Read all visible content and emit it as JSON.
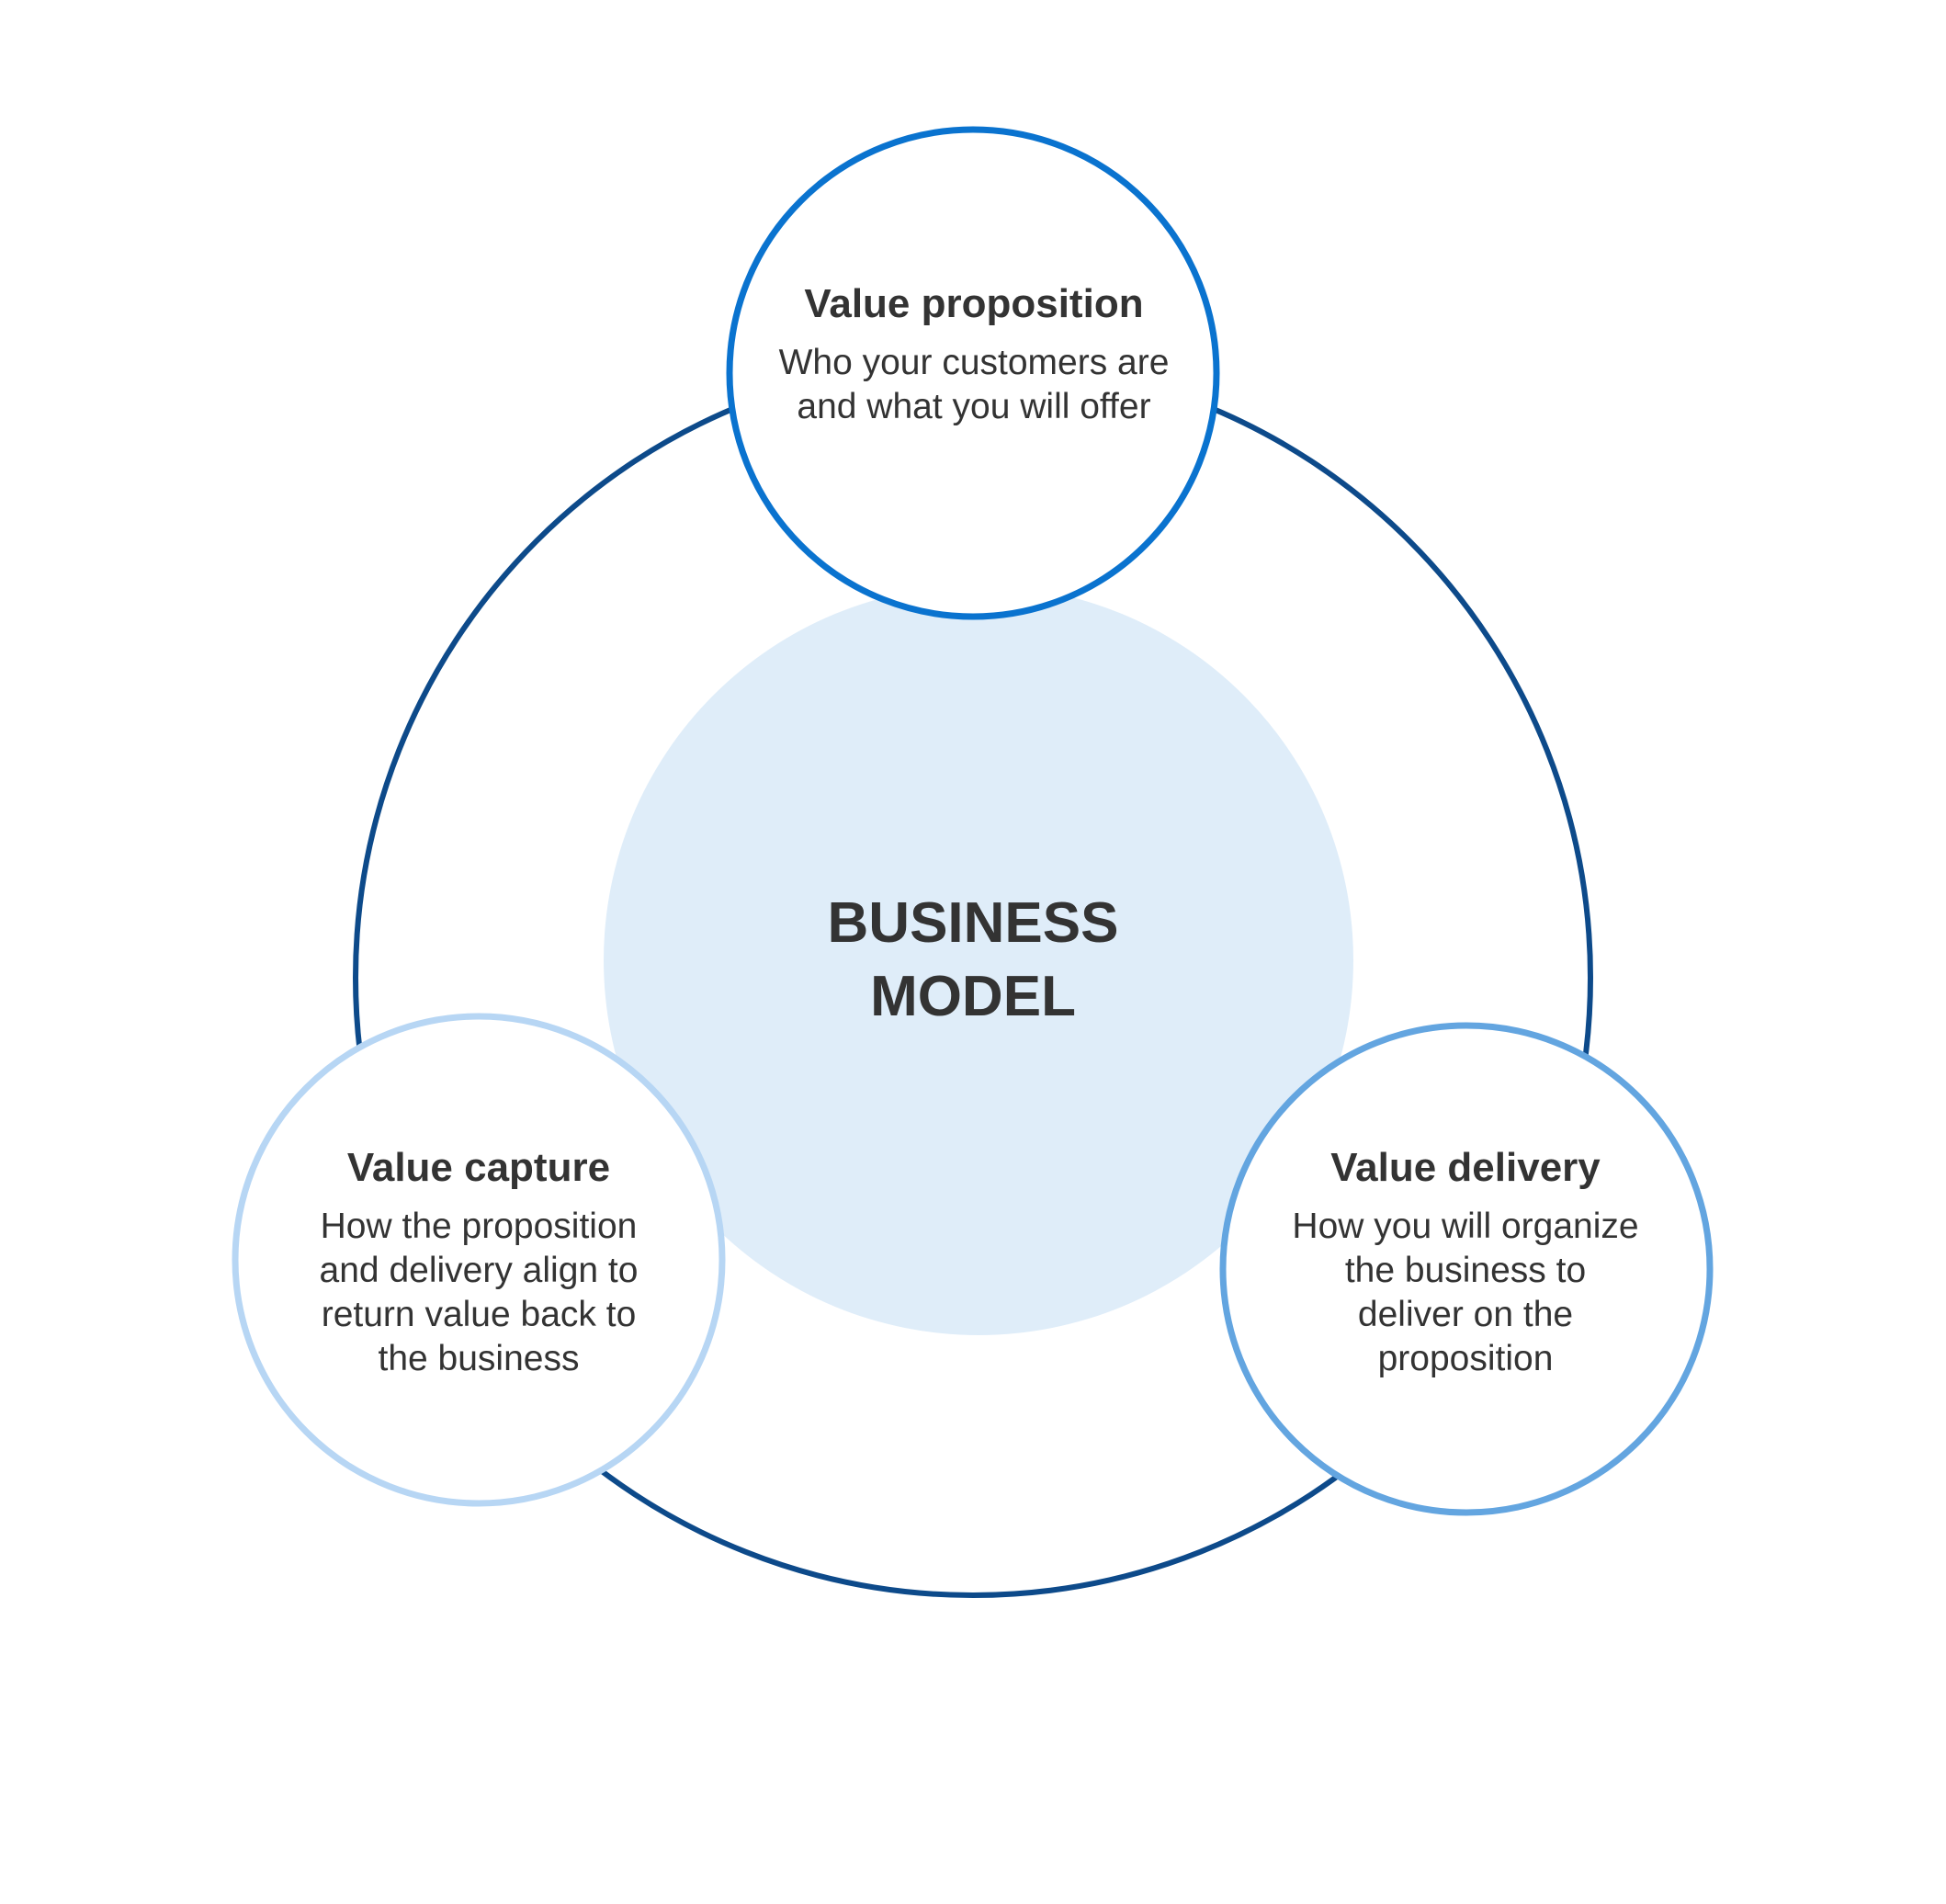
{
  "center": {
    "line1": "BUSINESS",
    "line2": "MODEL"
  },
  "nodes": {
    "value_proposition": {
      "title": "Value proposition",
      "desc_lines": [
        "Who your customers are",
        "and what you will offer"
      ]
    },
    "value_capture": {
      "title": "Value capture",
      "desc_lines": [
        "How the proposition",
        "and delivery align to",
        "return value back to",
        "the business"
      ]
    },
    "value_delivery": {
      "title": "Value delivery",
      "desc_lines": [
        "How you will organize",
        "the business to",
        "deliver on the",
        "proposition"
      ]
    }
  },
  "colors": {
    "outer_ring": "#0d4a8a",
    "center_fill": "#dfedf9",
    "value_proposition_ring": "#0a73cf",
    "value_capture_ring": "#b7d6f4",
    "value_delivery_ring": "#63a5e0",
    "text": "#333333"
  }
}
